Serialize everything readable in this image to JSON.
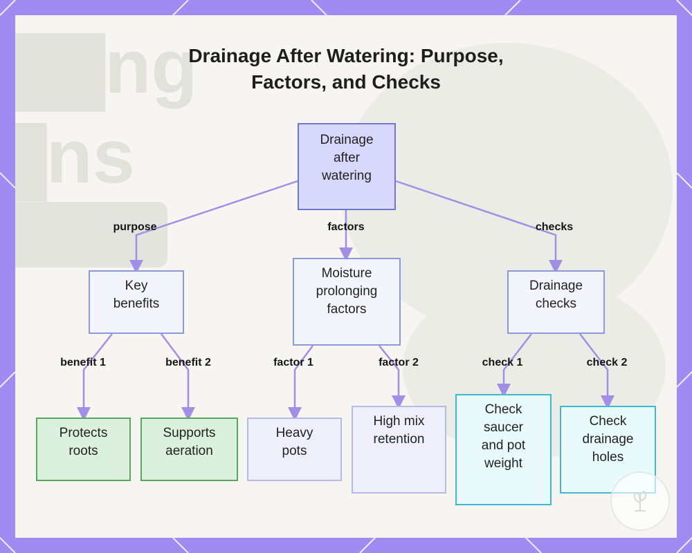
{
  "title": {
    "line1": "Drainage After Watering: Purpose,",
    "line2": "Factors, and Checks"
  },
  "nodes": {
    "root": [
      "Drainage",
      "after",
      "watering"
    ],
    "key_benefits": [
      "Key",
      "benefits"
    ],
    "moisture_factors": [
      "Moisture",
      "prolonging",
      "factors"
    ],
    "drainage_checks": [
      "Drainage",
      "checks"
    ],
    "protects_roots": [
      "Protects",
      "roots"
    ],
    "supports_aeration": [
      "Supports",
      "aeration"
    ],
    "heavy_pots": [
      "Heavy",
      "pots"
    ],
    "high_mix_retention": [
      "High mix",
      "retention"
    ],
    "check_saucer": [
      "Check",
      "saucer",
      "and pot",
      "weight"
    ],
    "check_holes": [
      "Check",
      "drainage",
      "holes"
    ]
  },
  "edges": {
    "purpose": "purpose",
    "factors": "factors",
    "checks": "checks",
    "benefit1": "benefit 1",
    "benefit2": "benefit 2",
    "factor1": "factor 1",
    "factor2": "factor 2",
    "check1": "check 1",
    "check2": "check 2"
  },
  "colors": {
    "background_frame": "#9f8cf2",
    "connector": "#a38ee6",
    "root_fill": "#d7d8fb",
    "benefit_fill": "#dcf1dd",
    "check_fill": "#e9fafc"
  }
}
